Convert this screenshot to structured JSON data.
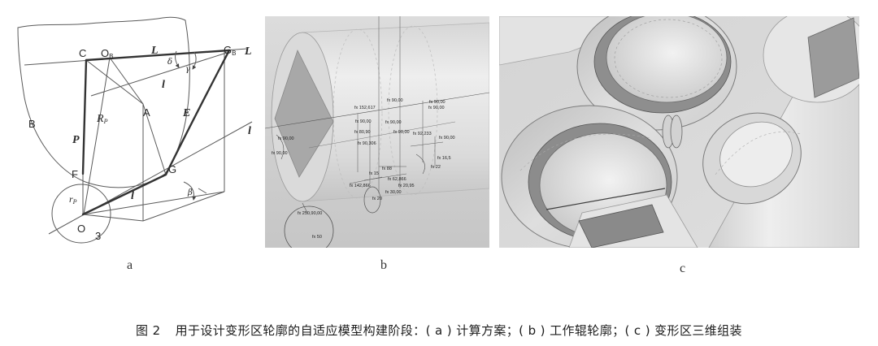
{
  "figure": {
    "panel_labels": {
      "a": "a",
      "b": "b",
      "c": "c"
    },
    "caption": {
      "number": "图 2",
      "text": "用于设计变形区轮廓的自适应模型构建阶段：( a ) 计算方案；( b ) 工作辊轮廓；( c ) 变形区三维组装"
    }
  },
  "panel_a": {
    "labels": {
      "C": "C",
      "O_B": {
        "main": "O",
        "sub": "B"
      },
      "L_top": "L",
      "delta": "δ",
      "gamma": "γ",
      "G_B": {
        "main": "G",
        "sub": "B"
      },
      "L_right": "L",
      "l_upper": "l",
      "A": "A",
      "B": "B",
      "R_P": {
        "main": "R",
        "sub": "P"
      },
      "E": "E",
      "P": "P",
      "l_right": "l",
      "F": "F",
      "G": "G",
      "beta": "β",
      "r_P": {
        "main": "r",
        "sub": "P"
      },
      "l_lower": "l",
      "O": "O",
      "region_3": "3"
    }
  },
  "panel_b": {
    "annotations": [
      "fx 152,617",
      "fx 90,00",
      "fx 90,00",
      "fx 90,00",
      "fx 90,00",
      "fx 90,00",
      "fx 80,90",
      "fx 90,00",
      "fx 92,233",
      "fx 90,306",
      "fx 90,00",
      "fx 90,00",
      "fx 90,00",
      "fx 16,5",
      "fx 22",
      "fx 88",
      "fx 15",
      "fx 62,866",
      "fx 142,866",
      "fx 20,95",
      "fx 30,00",
      "fx 20",
      "fx 250,90,00",
      "fx 50"
    ]
  }
}
